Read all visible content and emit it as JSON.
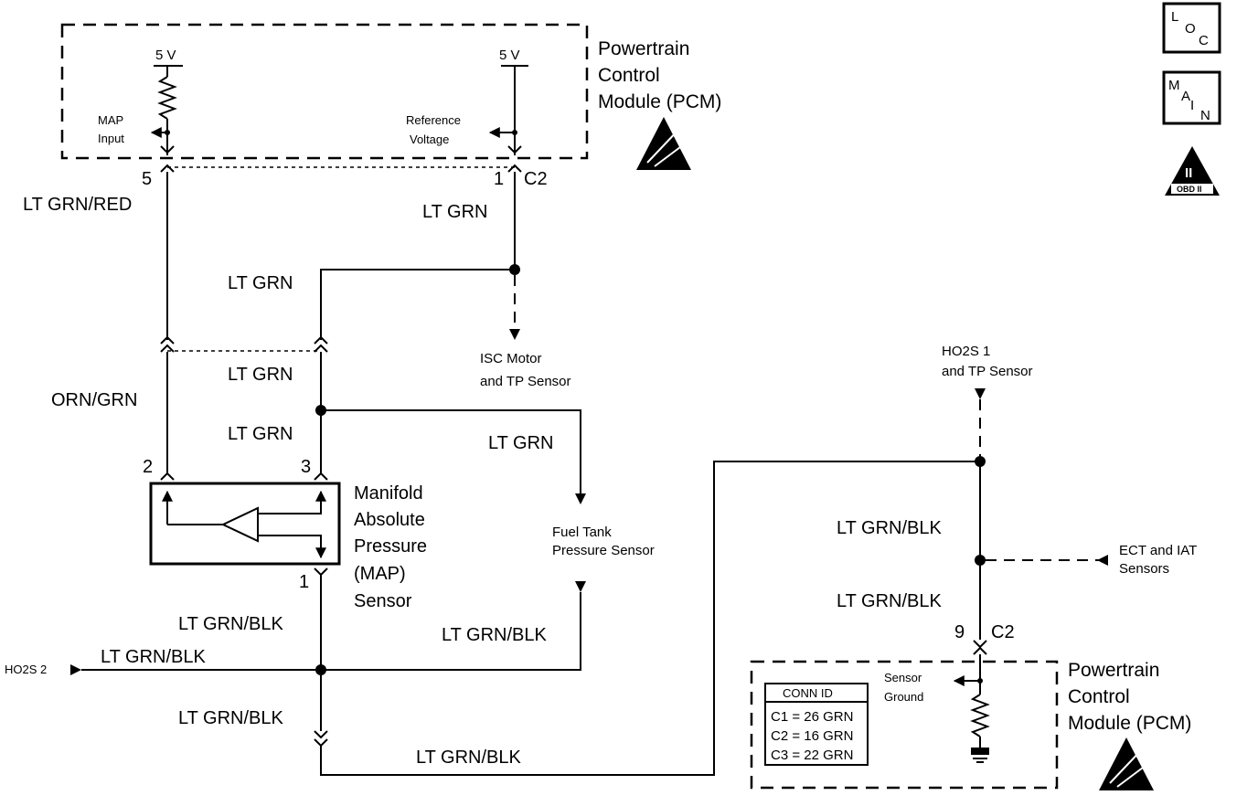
{
  "pcm_top": {
    "title_lines": [
      "Powertrain",
      "Control",
      "Module (PCM)"
    ]
  },
  "pcm_bottom": {
    "title_lines": [
      "Powertrain",
      "Control",
      "Module (PCM)"
    ]
  },
  "supply": {
    "left": "5 V",
    "right": "5 V"
  },
  "internal": {
    "map_input": [
      "MAP",
      "Input"
    ],
    "reference": [
      "Reference",
      "Voltage"
    ],
    "sensor_ground": [
      "Sensor",
      "Ground"
    ]
  },
  "pins": {
    "p5": "5",
    "p1": "1",
    "c2": "C2",
    "p2": "2",
    "p3": "3",
    "p1b": "1",
    "p9": "9",
    "c2b": "C2"
  },
  "wires": {
    "lt_grn_red": "LT GRN/RED",
    "lt_grn_a": "LT GRN",
    "lt_grn_b": "LT GRN",
    "lt_grn_c": "LT GRN",
    "lt_grn_d": "LT GRN",
    "lt_grn_e": "LT GRN",
    "orn_grn": "ORN/GRN",
    "blk_a": "LT GRN/BLK",
    "blk_b": "LT GRN/BLK",
    "blk_c": "LT GRN/BLK",
    "blk_d": "LT GRN/BLK",
    "blk_e": "LT GRN/BLK",
    "blk_f": "LT GRN/BLK",
    "blk_g": "LT GRN/BLK"
  },
  "components": {
    "isc": [
      "ISC Motor",
      "and TP Sensor"
    ],
    "fuel_tank": [
      "Fuel Tank",
      "Pressure Sensor"
    ],
    "ho2s1": [
      "HO2S 1",
      "and TP Sensor"
    ],
    "ect_iat": [
      "ECT and IAT",
      "Sensors"
    ],
    "ho2s2": "HO2S 2",
    "map_sensor": [
      "Manifold",
      "Absolute",
      "Pressure",
      "(MAP)",
      "Sensor"
    ]
  },
  "conn_id": {
    "title": "CONN ID",
    "rows": [
      "C1 = 26 GRN",
      "C2 = 16 GRN",
      "C3 = 22 GRN"
    ]
  },
  "legend": {
    "loc": [
      "L",
      "O",
      "C"
    ],
    "main": [
      "M",
      "A",
      "I",
      "N"
    ],
    "obd": [
      "II",
      "OBD II"
    ]
  }
}
